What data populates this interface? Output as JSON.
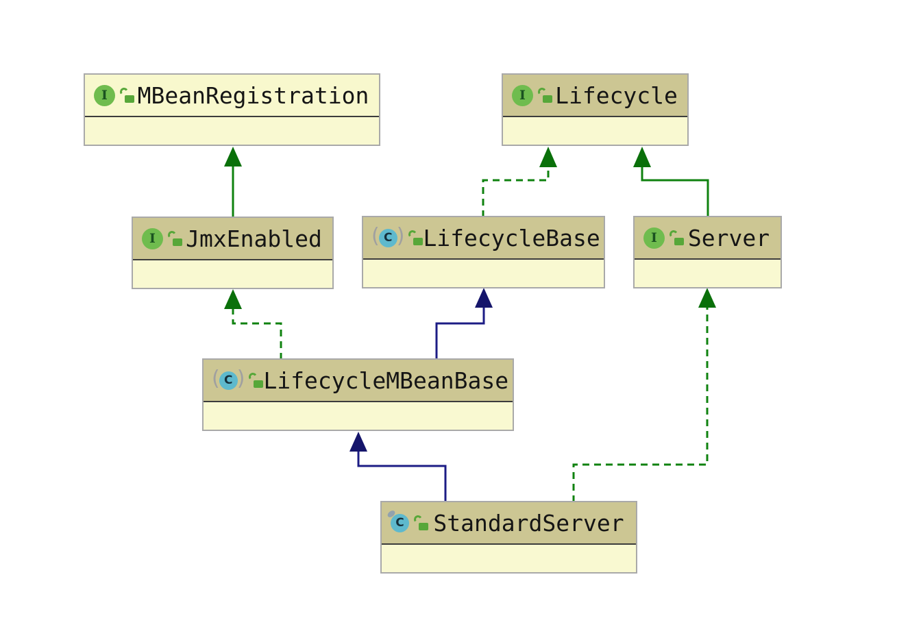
{
  "diagram": {
    "background_color": "#FFFFFF",
    "nodes": [
      {
        "id": "mbeanregistration",
        "name": "MBeanRegistration",
        "kind": "interface",
        "icons": [
          "interface-icon",
          "unlocked-icon"
        ],
        "header_variant": "light"
      },
      {
        "id": "lifecycle",
        "name": "Lifecycle",
        "kind": "interface",
        "icons": [
          "interface-icon",
          "unlocked-icon"
        ],
        "header_variant": "khaki"
      },
      {
        "id": "jmxenabled",
        "name": "JmxEnabled",
        "kind": "interface",
        "icons": [
          "interface-icon",
          "unlocked-icon"
        ],
        "header_variant": "khaki"
      },
      {
        "id": "lifecyclebase",
        "name": "LifecycleBase",
        "kind": "abstract-class",
        "icons": [
          "abstract-class-icon",
          "unlocked-icon"
        ],
        "header_variant": "khaki"
      },
      {
        "id": "server",
        "name": "Server",
        "kind": "interface",
        "icons": [
          "interface-icon",
          "unlocked-icon"
        ],
        "header_variant": "khaki"
      },
      {
        "id": "lifecyclembeanbase",
        "name": "LifecycleMBeanBase",
        "kind": "abstract-class",
        "icons": [
          "abstract-class-icon",
          "unlocked-icon"
        ],
        "header_variant": "khaki"
      },
      {
        "id": "standardserver",
        "name": "StandardServer",
        "kind": "class",
        "icons": [
          "class-icon",
          "unlocked-icon"
        ],
        "header_variant": "khaki"
      }
    ],
    "edges": [
      {
        "from": "JmxEnabled",
        "to": "MBeanRegistration",
        "relation": "extends",
        "line": "solid",
        "color": "green"
      },
      {
        "from": "LifecycleBase",
        "to": "Lifecycle",
        "relation": "implements",
        "line": "dashed",
        "color": "green"
      },
      {
        "from": "Server",
        "to": "Lifecycle",
        "relation": "extends",
        "line": "solid",
        "color": "green"
      },
      {
        "from": "LifecycleMBeanBase",
        "to": "JmxEnabled",
        "relation": "implements",
        "line": "dashed",
        "color": "green"
      },
      {
        "from": "LifecycleMBeanBase",
        "to": "LifecycleBase",
        "relation": "extends",
        "line": "solid",
        "color": "navy"
      },
      {
        "from": "StandardServer",
        "to": "LifecycleMBeanBase",
        "relation": "extends",
        "line": "solid",
        "color": "navy"
      },
      {
        "from": "StandardServer",
        "to": "Server",
        "relation": "implements",
        "line": "dashed",
        "color": "green"
      }
    ],
    "icon_letters": {
      "interface": "I",
      "class": "C",
      "paren_open": "(",
      "paren_close": ")"
    },
    "colors": {
      "header_khaki": "#CCC693",
      "header_light": "#F8F8CD",
      "body_yellow": "#F9F9D1",
      "node_border": "#A9A9A9",
      "header_separator": "#3C3C3C",
      "edge_green": "#0F820F",
      "edge_green_arrow": "#0A700A",
      "edge_navy": "#1C1C85",
      "edge_navy_arrow": "#15156B",
      "interface_icon_green": "#6FBC4E",
      "interface_letter_green": "#1A5220",
      "class_icon_cyan": "#5EB9CD",
      "lock_green": "#57A739",
      "paren_gray": "#A0A0A0",
      "text_color": "#151515"
    }
  }
}
